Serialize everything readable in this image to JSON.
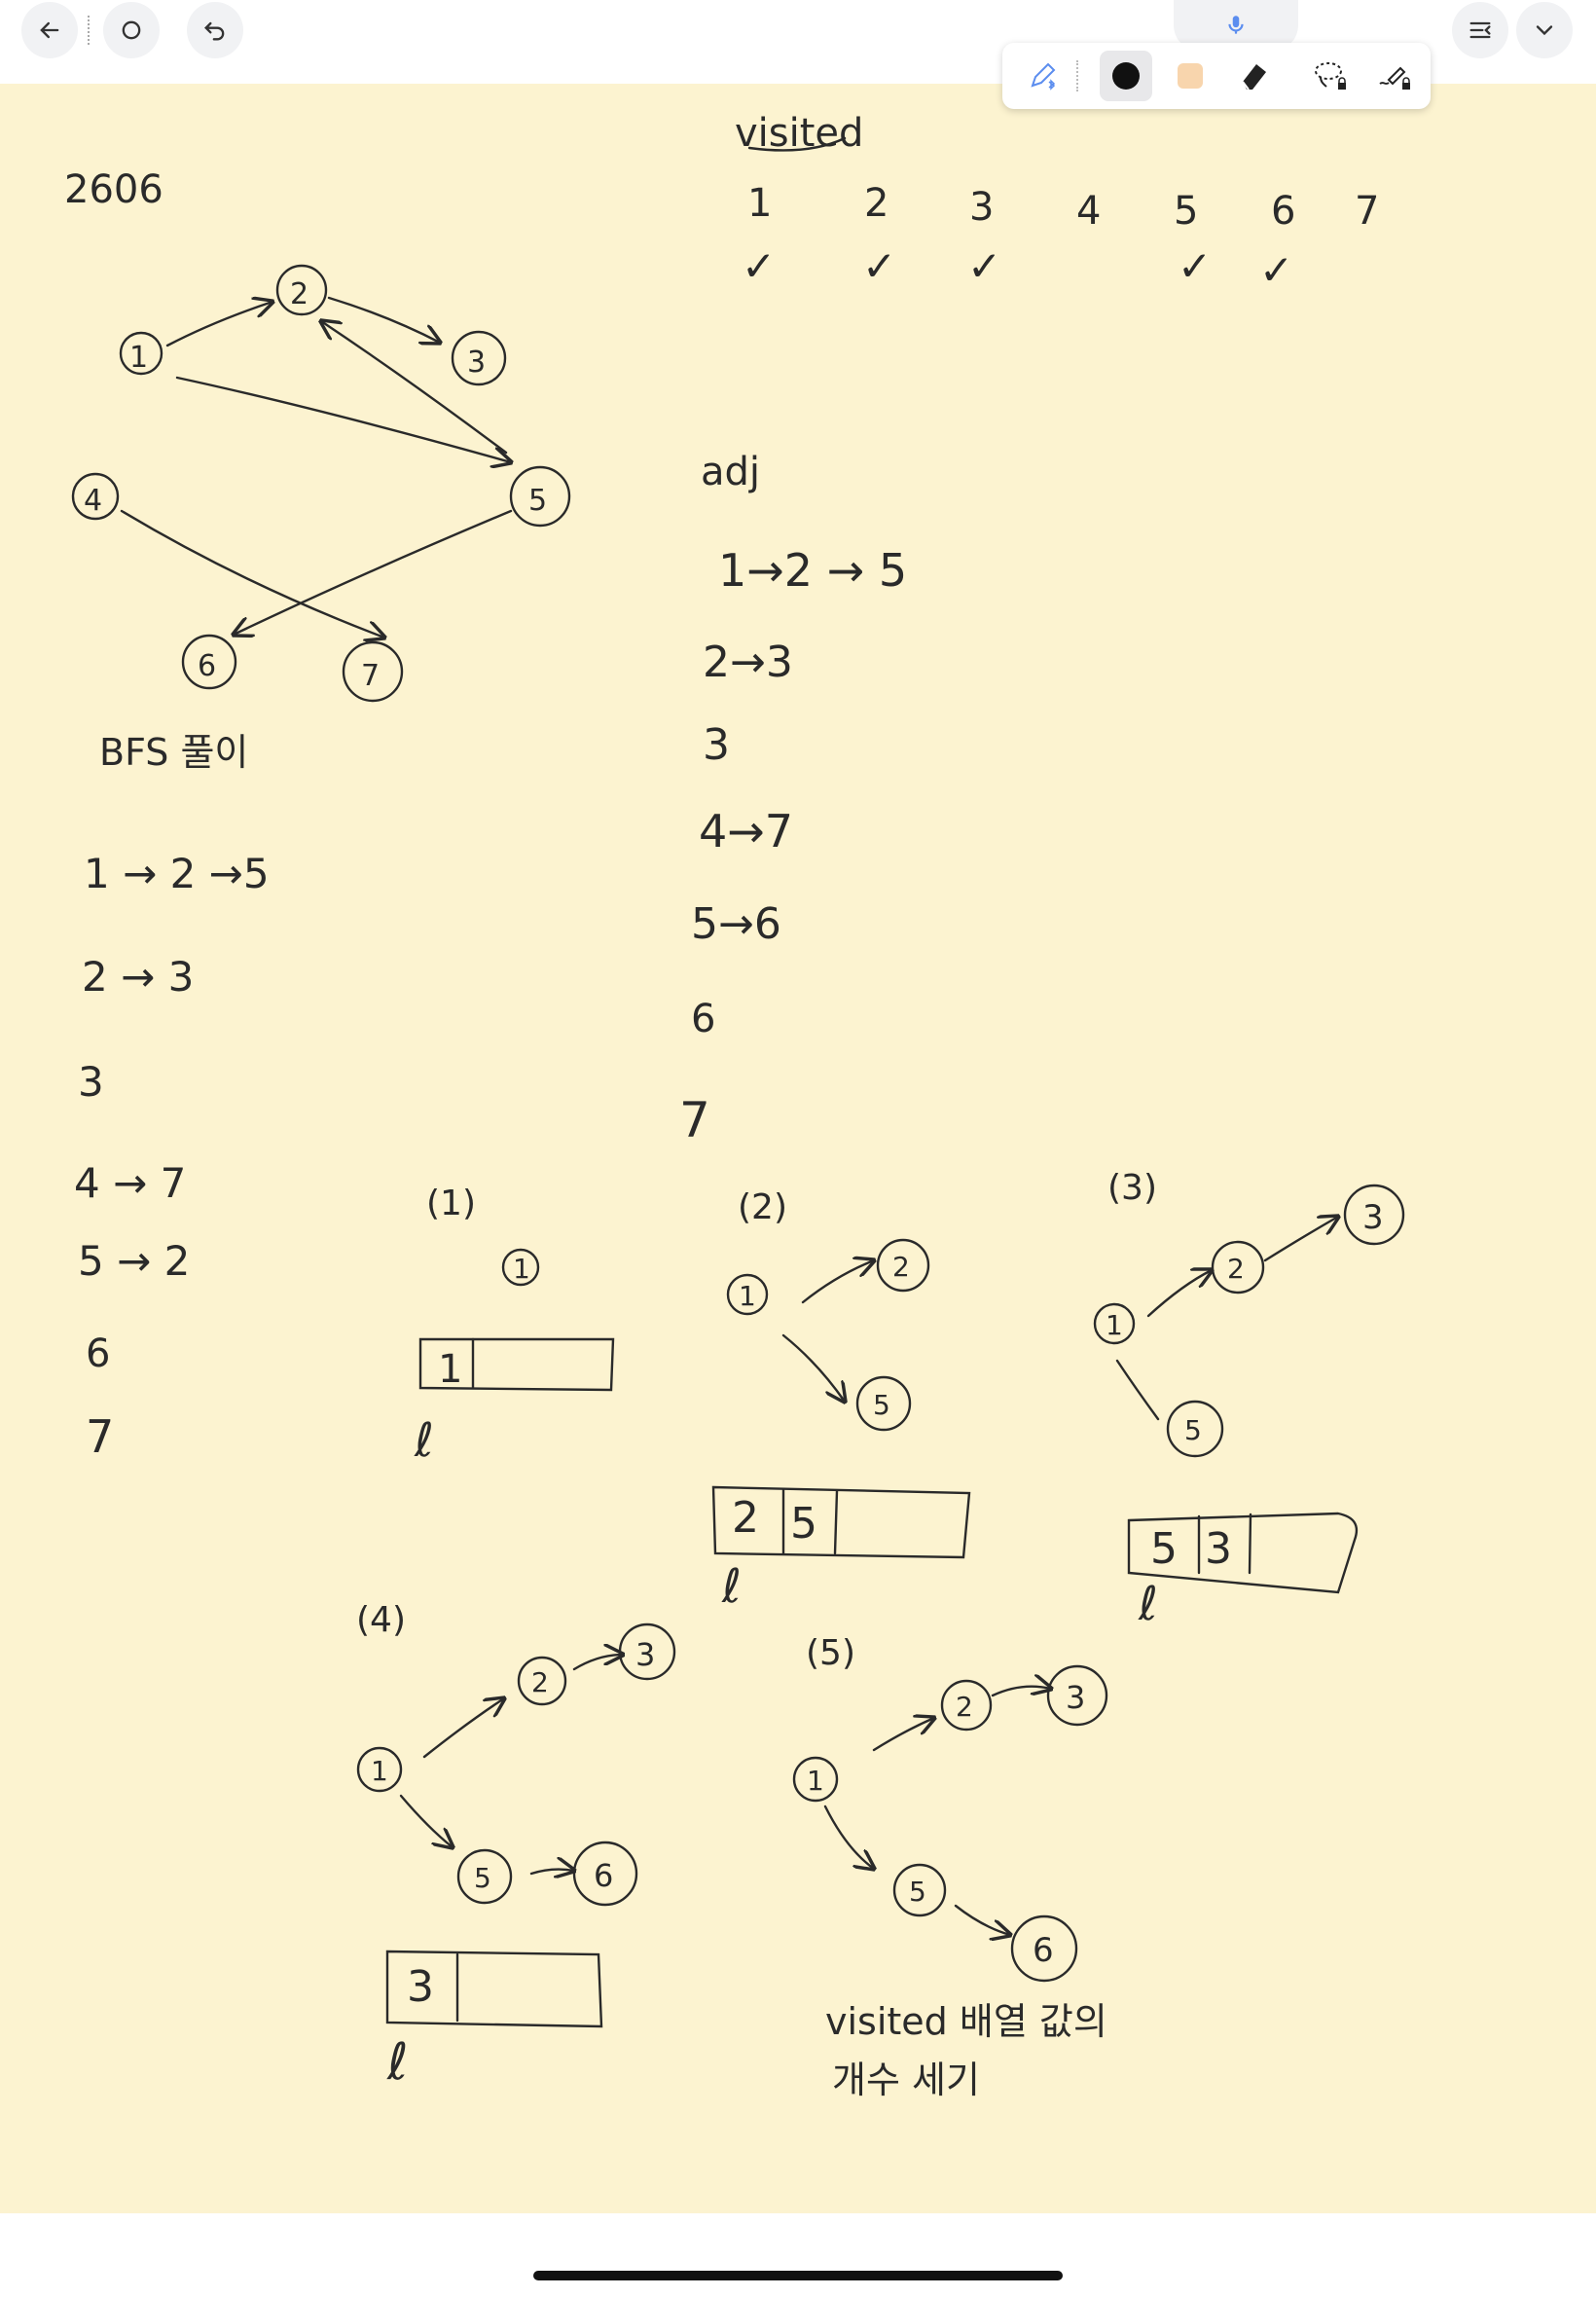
{
  "toolbar": {
    "back_icon": "arrow-left-icon",
    "home_icon": "circle-icon",
    "undo_icon": "undo-icon",
    "mic_icon": "microphone-icon",
    "menu_icon": "list-collapse-icon",
    "more_icon": "chevron-down-icon",
    "tools": [
      {
        "name": "pen",
        "icon": "pen-bluetooth-icon",
        "selected": false
      },
      {
        "name": "color",
        "icon": "black-dot-icon",
        "selected": true
      },
      {
        "name": "highlighter",
        "icon": "peach-square-icon",
        "selected": false
      },
      {
        "name": "eraser",
        "icon": "eraser-icon",
        "selected": false
      },
      {
        "name": "lasso",
        "icon": "lasso-lock-icon",
        "selected": false
      },
      {
        "name": "shape",
        "icon": "shape-lock-icon",
        "selected": false
      }
    ]
  },
  "colors": {
    "paper": "#fcf3d0",
    "ink": "#2a2a2a",
    "accent": "#5b8def",
    "highlighter": "#f8d5ad"
  },
  "note": {
    "problem_number": "2606",
    "graph_nodes": [
      "1",
      "2",
      "3",
      "4",
      "5",
      "6",
      "7"
    ],
    "bfs_title": "BFS 풀이",
    "left_adj_rows": [
      "1 → 2 →5",
      "2 → 3",
      "3",
      "4 → 7",
      "5 → 2",
      "6",
      "7"
    ],
    "visited_title": "visited",
    "visited_indices": [
      "1",
      "2",
      "3",
      "4",
      "5",
      "6",
      "7"
    ],
    "visited_marks": [
      "✓",
      "✓",
      "✓",
      "",
      "✓",
      "✓",
      ""
    ],
    "adj_title": "adj",
    "adj_rows": [
      "1→2 → 5",
      "2→3",
      "3",
      "4→7",
      "5→6",
      "6",
      "7"
    ],
    "steps": [
      {
        "label": "(1)",
        "queue": [
          "1"
        ]
      },
      {
        "label": "(2)",
        "queue": [
          "2",
          "5"
        ]
      },
      {
        "label": "(3)",
        "queue": [
          "5",
          "3"
        ]
      },
      {
        "label": "(4)",
        "queue": [
          "3"
        ]
      },
      {
        "label": "(5)",
        "queue": []
      }
    ],
    "queue_pointer": "ℓ",
    "summary_line1": "visited 배열 값의",
    "summary_line2": "개수 세기"
  }
}
